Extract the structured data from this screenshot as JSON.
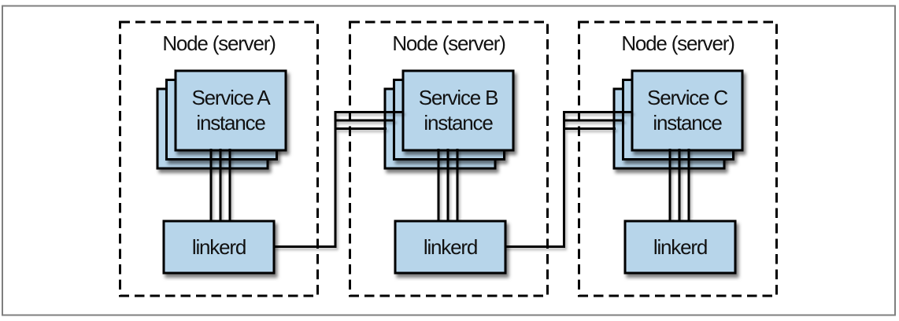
{
  "figure": {
    "kind": "service-mesh-per-host-deployment-diagram"
  },
  "colors": {
    "box_fill": "#b7d5ea",
    "box_stroke": "#000000",
    "connector": "#000000",
    "node_border": "#000000",
    "frame_border": "#7f7f7f",
    "canvas_background": "#ffffff",
    "text": "#111111"
  },
  "nodes": [
    {
      "title": "Node (server)",
      "service_line1": "Service A",
      "service_line2": "instance",
      "proxy_label": "linkerd",
      "instance_stack_count": 3
    },
    {
      "title": "Node (server)",
      "service_line1": "Service B",
      "service_line2": "instance",
      "proxy_label": "linkerd",
      "instance_stack_count": 3
    },
    {
      "title": "Node (server)",
      "service_line1": "Service C",
      "service_line2": "instance",
      "proxy_label": "linkerd",
      "instance_stack_count": 3
    }
  ],
  "connections": [
    {
      "from": "linkerd-node-1",
      "to": "service-b-instances",
      "lines": 3
    },
    {
      "from": "linkerd-node-2",
      "to": "service-c-instances",
      "lines": 3
    }
  ]
}
